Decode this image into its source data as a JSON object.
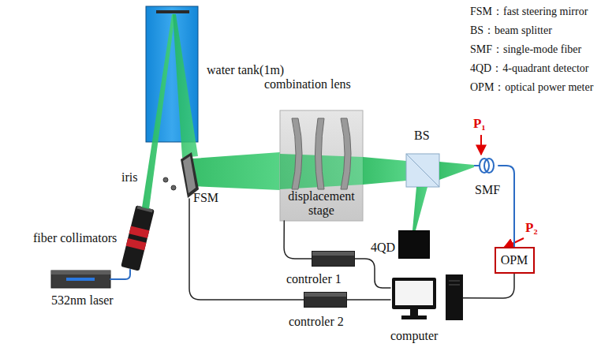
{
  "diagram": {
    "nodes": [
      {
        "text": [
          "water tank(1m)"
        ]
      },
      {
        "text": [
          "fiber collimators"
        ]
      },
      {
        "text": [
          "532nm laser"
        ]
      },
      {
        "text": [
          "FSM"
        ]
      },
      {
        "text": [
          "combination lens",
          "displacement stage"
        ]
      },
      {
        "text": [
          "BS"
        ]
      },
      {
        "text": [
          "SMF"
        ]
      },
      {
        "text": [
          "4QD"
        ]
      },
      {
        "text": [
          "OPM"
        ]
      },
      {
        "text": [
          "controler 1"
        ]
      },
      {
        "text": [
          "controler 2"
        ]
      },
      {
        "text": [
          "computer"
        ]
      }
    ],
    "edges": [
      {
        "from": 2,
        "to": 1,
        "arrow": "none"
      },
      {
        "from": 6,
        "to": 8,
        "arrow": "none"
      },
      {
        "from": 4,
        "to": 9,
        "arrow": "none"
      },
      {
        "from": 9,
        "to": 11,
        "arrow": "none"
      },
      {
        "from": 3,
        "to": 10,
        "arrow": "none"
      },
      {
        "from": 10,
        "to": 11,
        "arrow": "none"
      },
      {
        "from": 8,
        "to": 11,
        "arrow": "none"
      }
    ],
    "labels": [
      "FSM：fast steering mirror",
      "BS：beam splitter",
      "SMF：single-mode fiber",
      "4QD：4-quadrant detector",
      "OPM：optical power meter",
      "iris",
      "P₁",
      "P₂"
    ]
  }
}
